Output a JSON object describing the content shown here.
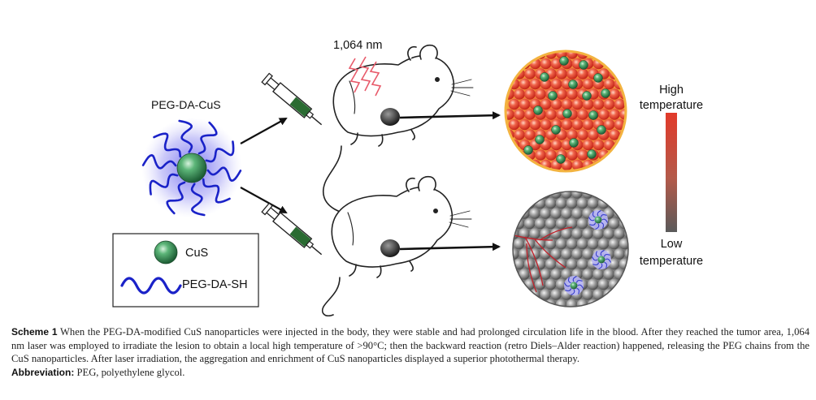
{
  "diagram": {
    "laser_label": "1,064 nm",
    "nanoparticle_label": "PEG-DA-CuS",
    "scale_high_line1": "High",
    "scale_high_line2": "temperature",
    "scale_low_line1": "Low",
    "scale_low_line2": "temperature",
    "legend": {
      "cus_label": "CuS",
      "peg_label": "PEG-DA-SH"
    },
    "colors": {
      "peg_chain": "#1a22c8",
      "halo": "#8f8cf2",
      "cus_core": "#2f8e52",
      "hot_tumor": "#e8402a",
      "cool_tumor": "#8a8a8a",
      "scale_top": "#e23a2a",
      "scale_bottom": "#5a5a5a"
    }
  },
  "caption": {
    "scheme_label": "Scheme 1",
    "text": "When the PEG-DA-modified CuS nanoparticles were injected in the body, they were stable and had prolonged circulation life in the blood. After they reached the tumor area, 1,064 nm laser was employed to irradiate the lesion to obtain a local high temperature of >90°C; then the backward reaction (retro Diels–Alder reaction) happened, releasing the PEG chains from the CuS nanoparticles. After laser irradiation, the aggregation and enrichment of CuS nanoparticles displayed a superior photothermal therapy.",
    "abbreviation_label": "Abbreviation:",
    "abbreviation_text": "PEG, polyethylene glycol."
  }
}
